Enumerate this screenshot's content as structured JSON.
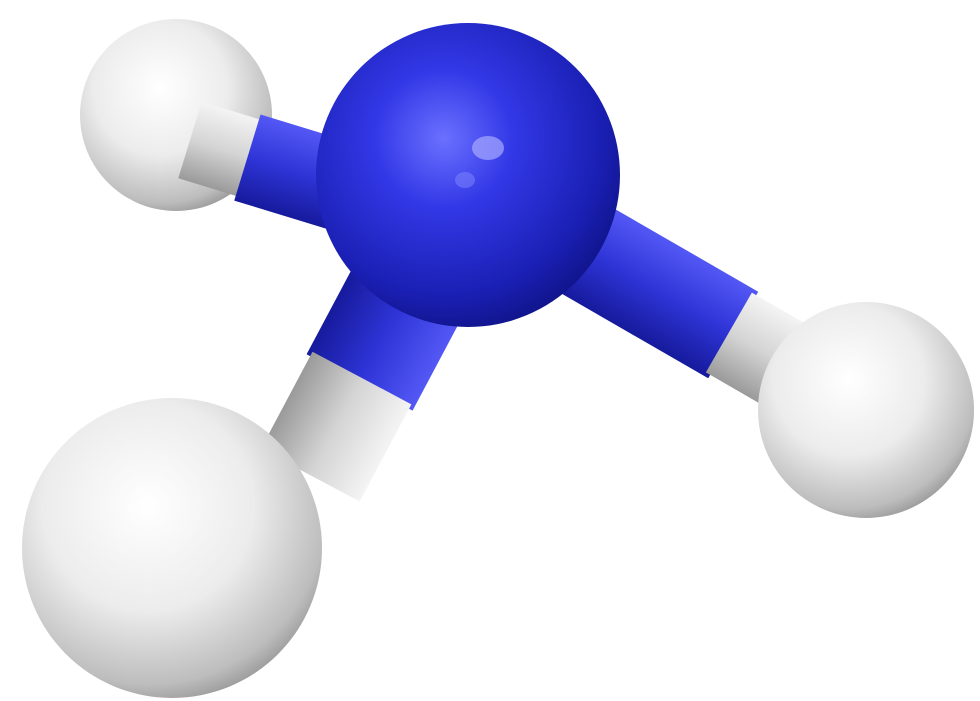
{
  "colors": {
    "background": "#ffffff",
    "nitrogen": "#2a2fd6",
    "hydrogen": "#e6e6e6",
    "bond_nitrogen_side": "#2f35c8",
    "bond_hydrogen_side": "#cfcfcf"
  },
  "atoms": [
    {
      "element": "N"
    },
    {
      "element": "H"
    },
    {
      "element": "H"
    },
    {
      "element": "H"
    }
  ]
}
